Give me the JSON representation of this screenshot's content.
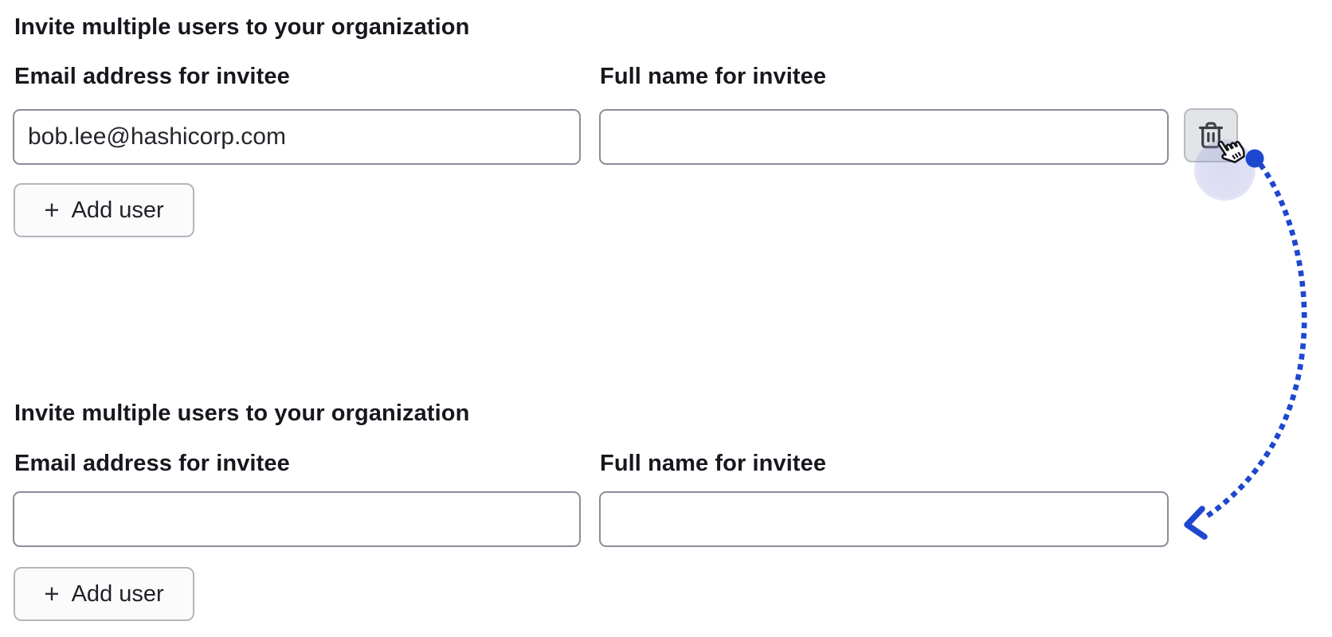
{
  "sections": [
    {
      "heading": "Invite multiple users to your organization",
      "fields": [
        {
          "label": "Email address for invitee",
          "value": "bob.lee@hashicorp.com"
        },
        {
          "label": "Full name for invitee",
          "value": ""
        }
      ],
      "delete_button": {
        "icon": "trash-icon"
      },
      "add_button": {
        "icon": "plus-icon",
        "icon_glyph": "+",
        "label": "Add user"
      }
    },
    {
      "heading": "Invite multiple users to your organization",
      "fields": [
        {
          "label": "Email address for invitee",
          "value": ""
        },
        {
          "label": "Full name for invitee",
          "value": ""
        }
      ],
      "add_button": {
        "icon": "plus-icon",
        "icon_glyph": "+",
        "label": "Add user"
      }
    }
  ],
  "overlay": {
    "cursor_icon": "hand-pointer-icon",
    "arrow_color": "#1e47cf",
    "dot_color": "#1e47cf",
    "halo_color": "rgba(148,153,220,0.32)"
  },
  "ui_colors": {
    "text": "#16181d",
    "input_border": "#8a8e97",
    "delete_button_bg": "#e3e4e7",
    "delete_button_border": "#b8bac0",
    "add_button_bg": "#fbfbfc",
    "add_button_border": "#b3b6bd"
  }
}
